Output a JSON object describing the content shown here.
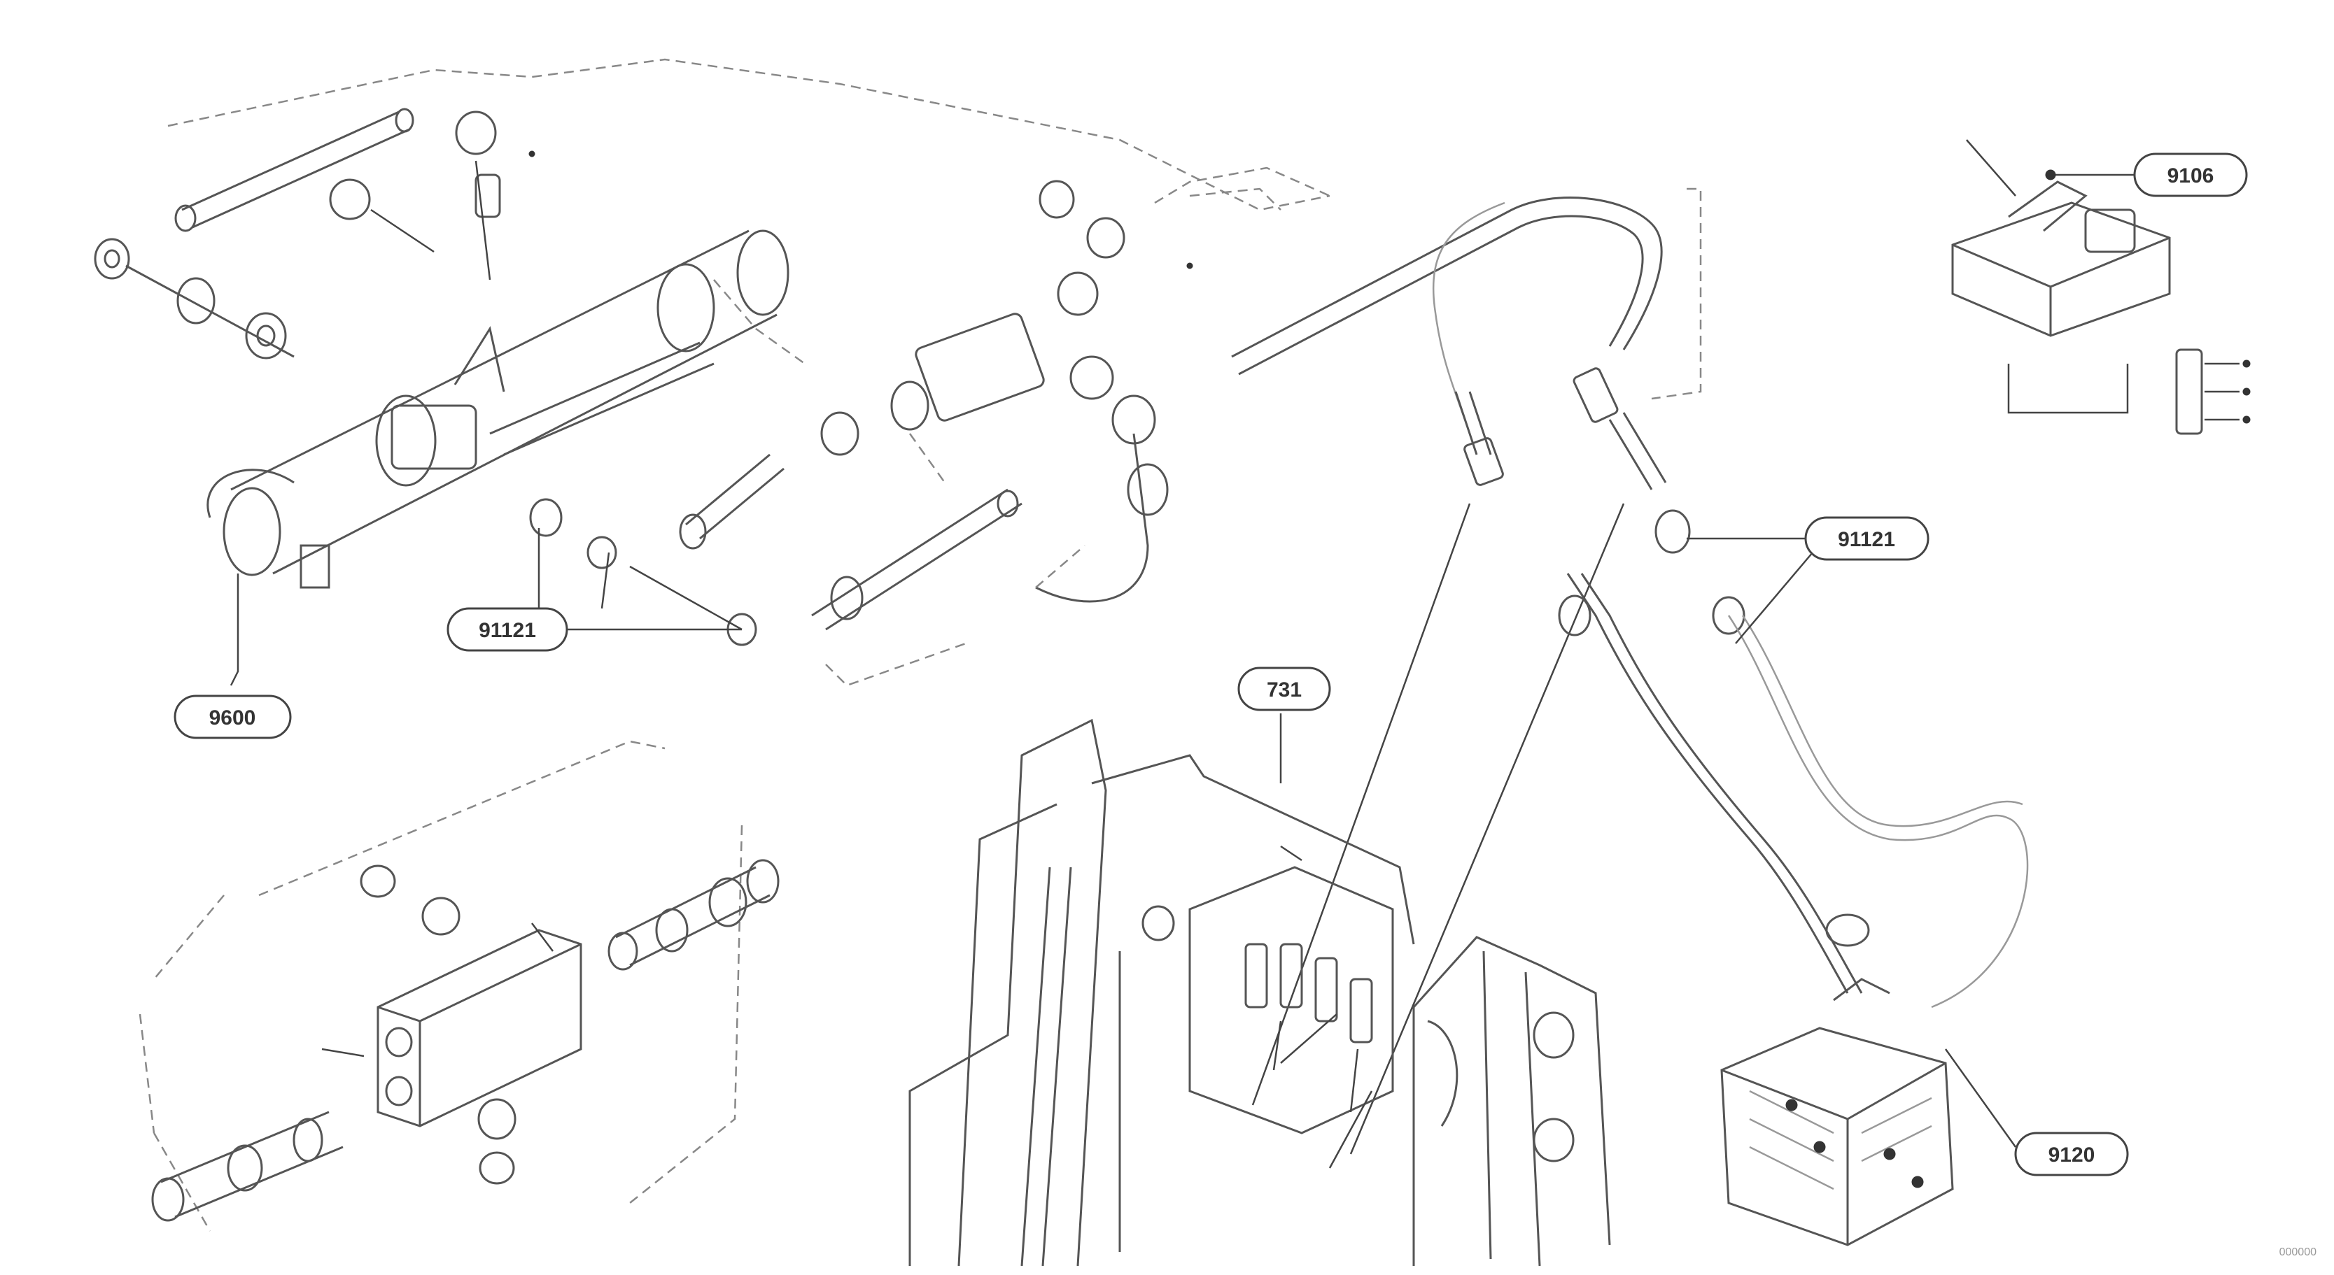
{
  "diagram": {
    "callouts": {
      "c9106": "9106",
      "c9121_left": "91121",
      "c9121_right": "91121",
      "c9600": "9600",
      "c731": "731",
      "c9120": "9120"
    },
    "ref_code": "000000",
    "colors": {
      "line": "#555555",
      "light_line": "#999999",
      "dashed": "#888888",
      "background": "#ffffff"
    }
  }
}
